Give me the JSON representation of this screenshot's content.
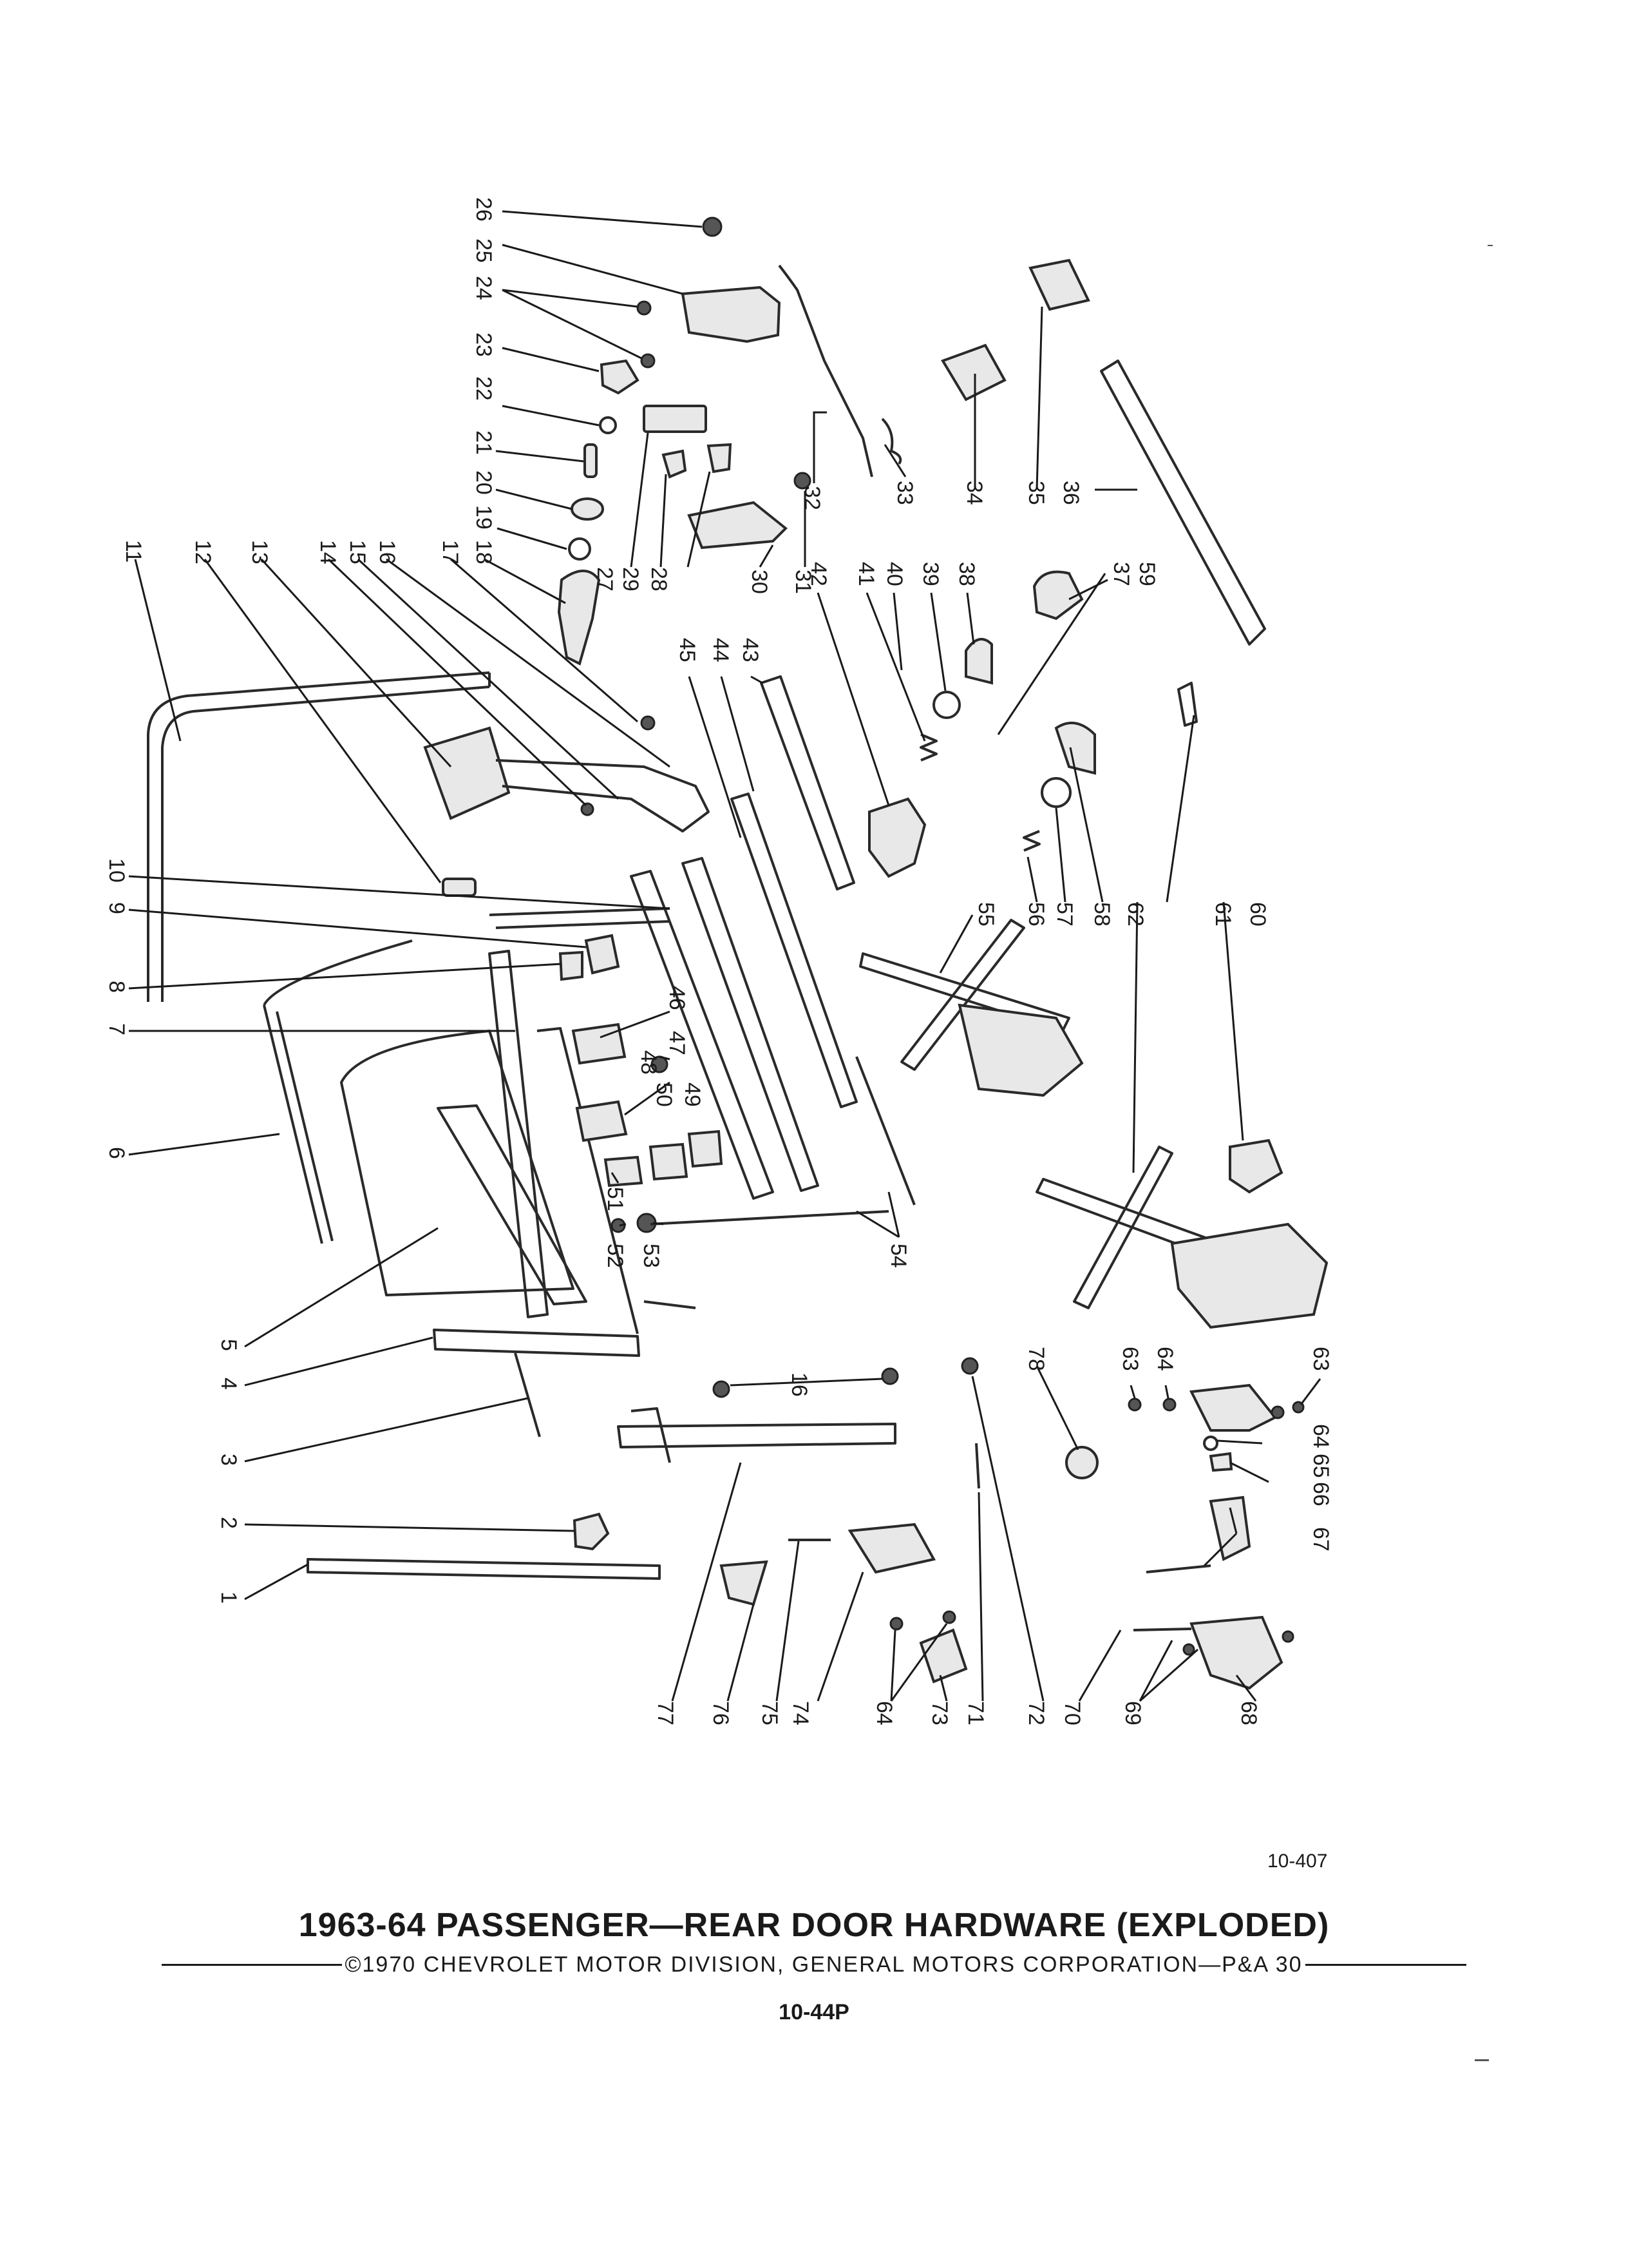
{
  "figure_code": "10-407",
  "title": "1963-64 PASSENGER—REAR DOOR HARDWARE (EXPLODED)",
  "copyright": "©1970 CHEVROLET MOTOR DIVISION, GENERAL MOTORS CORPORATION—P&A 30",
  "page_number": "10-44P",
  "callouts": {
    "c1": "1",
    "c2": "2",
    "c3": "3",
    "c4": "4",
    "c5": "5",
    "c6": "6",
    "c7": "7",
    "c8": "8",
    "c9": "9",
    "c10": "10",
    "c11": "11",
    "c12": "12",
    "c13": "13",
    "c14": "14",
    "c15": "15",
    "c16": "16",
    "c16b": "16",
    "c17": "17",
    "c18": "18",
    "c19": "19",
    "c20": "20",
    "c21": "21",
    "c22": "22",
    "c23": "23",
    "c24": "24",
    "c25": "25",
    "c26": "26",
    "c27": "27",
    "c28": "28",
    "c29": "29",
    "c30": "30",
    "c31": "31",
    "c32": "32",
    "c33": "33",
    "c34": "34",
    "c35": "35",
    "c36": "36",
    "c37": "37",
    "c38": "38",
    "c39": "39",
    "c40": "40",
    "c41": "41",
    "c42": "42",
    "c43": "43",
    "c44": "44",
    "c45": "45",
    "c46": "46",
    "c47": "47",
    "c48": "48",
    "c49": "49",
    "c50": "50",
    "c51": "51",
    "c52": "52",
    "c53": "53",
    "c54": "54",
    "c55": "55",
    "c56": "56",
    "c57": "57",
    "c58": "58",
    "c59": "59",
    "c60": "60",
    "c61": "61",
    "c62": "62",
    "c63": "63",
    "c63b": "63",
    "c64": "64",
    "c64b": "64",
    "c64c": "64",
    "c65": "65",
    "c66": "66",
    "c67": "67",
    "c68": "68",
    "c69": "69",
    "c70": "70",
    "c71": "71",
    "c72": "72",
    "c73": "73",
    "c74": "74",
    "c75": "75",
    "c76": "76",
    "c77": "77",
    "c78": "78"
  }
}
